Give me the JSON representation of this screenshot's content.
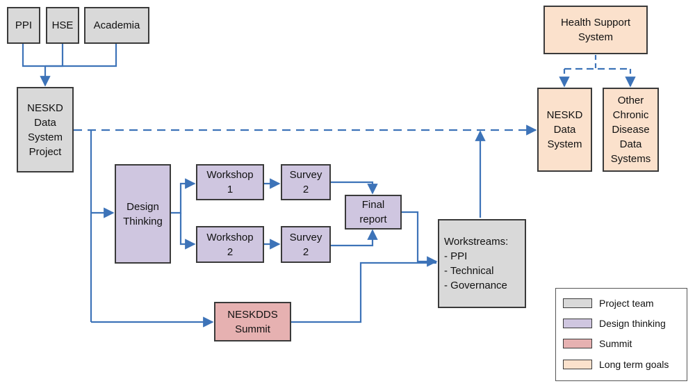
{
  "colors": {
    "project_team": "#d9d9d9",
    "design_thinking": "#cfc6e0",
    "summit": "#e6b1b1",
    "long_term_goals": "#fbe1cc",
    "arrow": "#3d73b8"
  },
  "nodes": {
    "ppi": "PPI",
    "hse": "HSE",
    "academia": "Academia",
    "neskd_project": "NESKD\nData\nSystem\nProject",
    "design_thinking": "Design\nThinking",
    "workshop1": "Workshop\n1",
    "workshop2": "Workshop\n2",
    "survey_top": "Survey\n2",
    "survey_bottom": "Survey\n2",
    "final_report": "Final\nreport",
    "summit": "NESKDDS\nSummit",
    "workstreams": "Workstreams:\n- PPI\n- Technical\n- Governance",
    "health_support": "Health Support\nSystem",
    "neskd_data_system": "NESKD\nData\nSystem",
    "other_chronic": "Other\nChronic\nDisease\nData\nSystems"
  },
  "legend": [
    {
      "label": "Project team",
      "color": "#d9d9d9"
    },
    {
      "label": "Design thinking",
      "color": "#cfc6e0"
    },
    {
      "label": "Summit",
      "color": "#e6b1b1"
    },
    {
      "label": "Long term goals",
      "color": "#fbe1cc"
    }
  ]
}
